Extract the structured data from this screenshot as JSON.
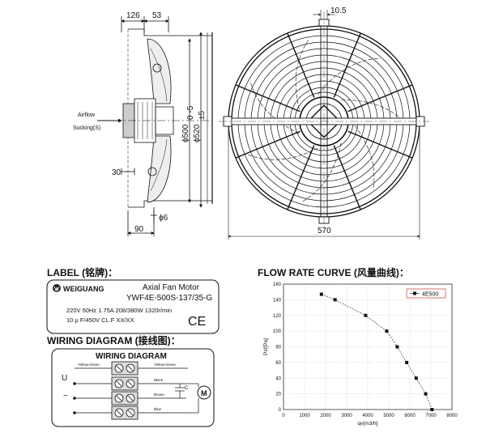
{
  "dimensions": {
    "d126": "126",
    "d53": "53",
    "d10_5": "10.5",
    "d30": "30",
    "d6": "ϕ6",
    "d90": "90",
    "d570": "570",
    "d500": "ϕ500",
    "d500_tol": "0\n-5",
    "d520": "ϕ520",
    "d520_tol": "±5"
  },
  "side_view": {
    "airflow": "Airflow",
    "sucking": "Sucking(S)"
  },
  "label_section": {
    "title": "LABEL (铭牌)：",
    "brand": "WEIGUANG",
    "product": "Axial Fan Motor",
    "model": "YWF4E-500S-137/35-G",
    "spec_line1": "220V 50Hz 1.75A 208/380W 1320r/min",
    "spec_line2": "10 μ F/450V CL.F XX/XX",
    "ce_mark": "CE"
  },
  "wiring_section": {
    "title": "WIRING DIAGRAM (接线图)：",
    "box_title": "WIRING DIAGRAM",
    "u_label": "U",
    "tilde_label": "~",
    "wire_yg_left": "Yellow-Green",
    "wire_yg_right": "Yellow-Green",
    "wire_black": "Black",
    "wire_brown": "Brown",
    "wire_blue": "Blue",
    "cap_label": "C",
    "motor_label": "M"
  },
  "flow_section": {
    "title": "FLOW RATE CURVE (风量曲线)："
  },
  "chart_data": {
    "type": "line",
    "xlabel": "qv[m3/h]",
    "ylabel": "Psf[Pa]",
    "xlim": [
      0,
      8000
    ],
    "ylim": [
      0,
      160
    ],
    "xticks": [
      0,
      1000,
      2000,
      3000,
      4000,
      5000,
      6000,
      7000,
      8000
    ],
    "yticks": [
      0,
      20,
      40,
      60,
      80,
      100,
      120,
      140,
      160
    ],
    "grid": true,
    "legend_position": "top-right",
    "series": [
      {
        "name": "4E500",
        "x": [
          1800,
          2450,
          3900,
          4900,
          5400,
          5850,
          6300,
          6750,
          7050
        ],
        "y": [
          147,
          140,
          120,
          100,
          80,
          60,
          40,
          20,
          0
        ]
      }
    ]
  }
}
